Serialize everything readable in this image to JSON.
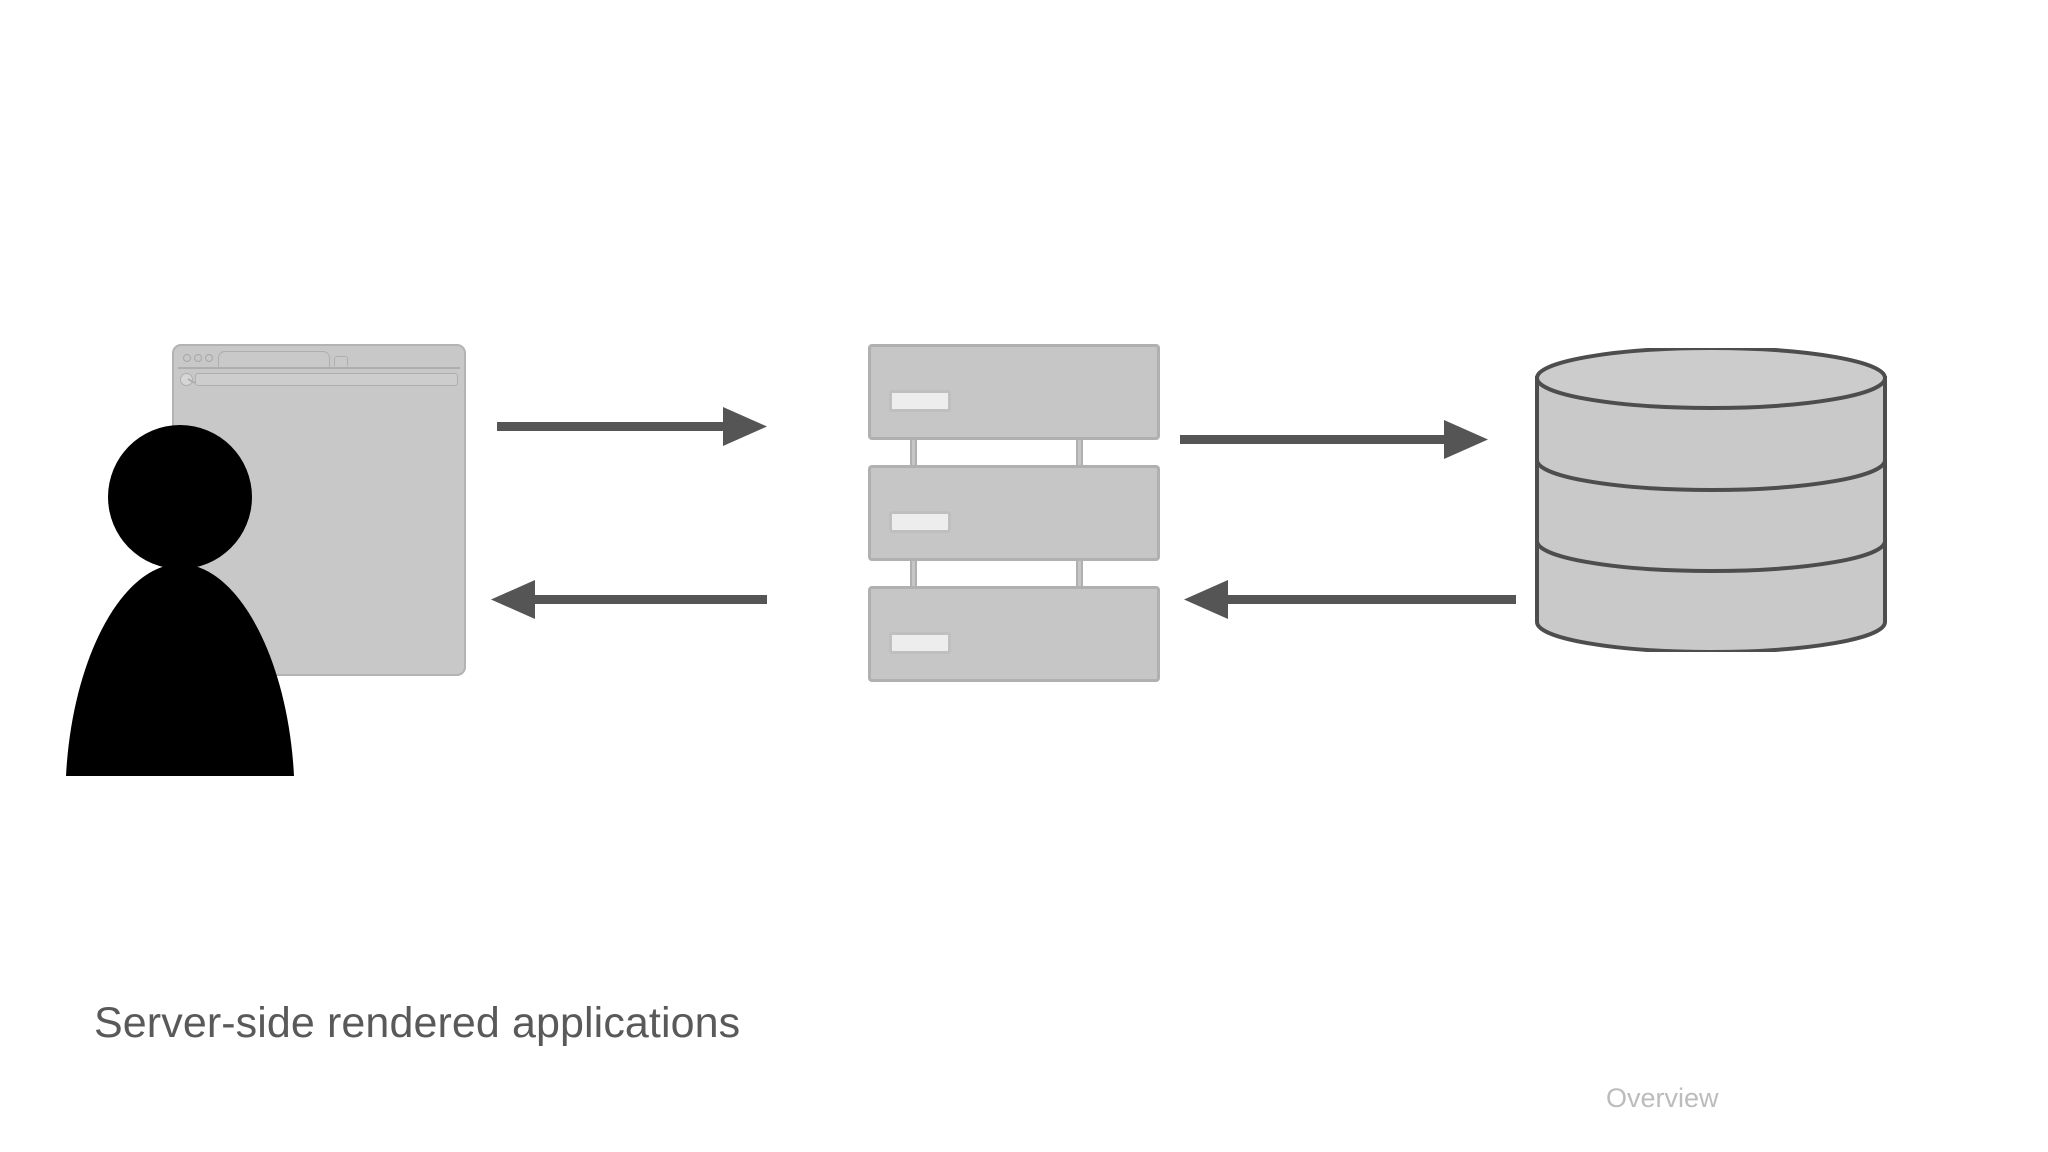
{
  "slide": {
    "title": "Server-side rendered applications",
    "footer": "Overview",
    "background_color": "#ffffff",
    "title_color": "#595959",
    "footer_color": "#bcbcbc"
  },
  "diagram": {
    "type": "flow-diagram",
    "description": "Request/response flow between a user in a browser, a server rack, and a database",
    "nodes": [
      {
        "id": "user",
        "label": "",
        "icon": "user-actor-icon",
        "shape": "silhouette",
        "fill_color": "#000000"
      },
      {
        "id": "browser",
        "label": "",
        "icon": "browser-window-icon",
        "shape": "rounded-rectangle",
        "fill_color": "#c8c8c8",
        "stroke_color": "#b3b3b3",
        "parts": {
          "traffic_light_count": 3,
          "tab_count": 1,
          "has_address_bar": true,
          "has_back_button": true
        }
      },
      {
        "id": "server",
        "label": "",
        "icon": "server-rack-icon",
        "shape": "stacked-rectangles",
        "unit_count": 3,
        "fill_color": "#c6c6c6",
        "stroke_color": "#b0b0b0",
        "slot_color": "#ededed"
      },
      {
        "id": "database",
        "label": "",
        "icon": "database-cylinder-icon",
        "shape": "cylinder",
        "band_count": 3,
        "fill_color": "#c9c9c9",
        "stroke_color": "#4d4d4d"
      }
    ],
    "edges": [
      {
        "id": "user-to-server",
        "from": "browser",
        "to": "server",
        "direction": "right",
        "style": "solid",
        "color": "#555555"
      },
      {
        "id": "server-to-user",
        "from": "server",
        "to": "browser",
        "direction": "left",
        "style": "solid",
        "color": "#555555"
      },
      {
        "id": "server-to-database",
        "from": "server",
        "to": "database",
        "direction": "right",
        "style": "solid",
        "color": "#555555"
      },
      {
        "id": "database-to-server",
        "from": "database",
        "to": "server",
        "direction": "left",
        "style": "solid",
        "color": "#555555"
      }
    ]
  }
}
